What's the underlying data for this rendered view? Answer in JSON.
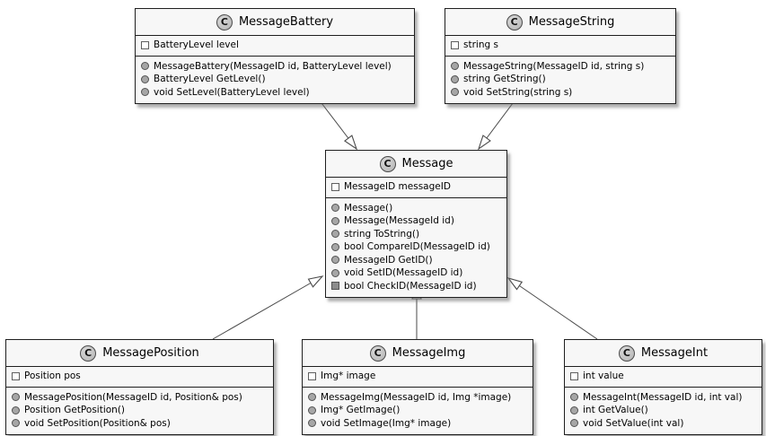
{
  "class_icon_letter": "C",
  "colors": {
    "background": "#ffffff",
    "box_fill": "#f7f7f7",
    "border": "#1f1f1f",
    "edge_stroke": "#4a4a4a",
    "class_circle_fill": "#c4c4c4",
    "method_icon_fill": "#a6a6a6",
    "private_icon_fill": "#8c8c8c"
  },
  "classes": [
    {
      "name": "MessageBattery",
      "attributes": [
        {
          "icon": "field",
          "text": "BatteryLevel level"
        }
      ],
      "methods": [
        {
          "icon": "circle",
          "text": "MessageBattery(MessageID id, BatteryLevel level)"
        },
        {
          "icon": "circle",
          "text": "BatteryLevel GetLevel()"
        },
        {
          "icon": "circle",
          "text": "void SetLevel(BatteryLevel level)"
        }
      ]
    },
    {
      "name": "MessageString",
      "attributes": [
        {
          "icon": "field",
          "text": "string s"
        }
      ],
      "methods": [
        {
          "icon": "circle",
          "text": "MessageString(MessageID id, string s)"
        },
        {
          "icon": "circle",
          "text": "string GetString()"
        },
        {
          "icon": "circle",
          "text": "void SetString(string s)"
        }
      ]
    },
    {
      "name": "Message",
      "attributes": [
        {
          "icon": "field",
          "text": "MessageID messageID"
        }
      ],
      "methods": [
        {
          "icon": "circle",
          "text": "Message()"
        },
        {
          "icon": "circle",
          "text": "Message(MessageId id)"
        },
        {
          "icon": "circle",
          "text": "string ToString()"
        },
        {
          "icon": "circle",
          "text": "bool CompareID(MessageID id)"
        },
        {
          "icon": "circle",
          "text": "MessageID GetID()"
        },
        {
          "icon": "circle",
          "text": "void SetID(MessageID id)"
        },
        {
          "icon": "square",
          "text": "bool CheckID(MessageID id)"
        }
      ]
    },
    {
      "name": "MessagePosition",
      "attributes": [
        {
          "icon": "field",
          "text": "Position pos"
        }
      ],
      "methods": [
        {
          "icon": "circle",
          "text": "MessagePosition(MessageID id, Position& pos)"
        },
        {
          "icon": "circle",
          "text": "Position GetPosition()"
        },
        {
          "icon": "circle",
          "text": "void SetPosition(Position& pos)"
        }
      ]
    },
    {
      "name": "MessageImg",
      "attributes": [
        {
          "icon": "field",
          "text": "Img* image"
        }
      ],
      "methods": [
        {
          "icon": "circle",
          "text": "MessageImg(MessageID id, Img *image)"
        },
        {
          "icon": "circle",
          "text": "Img* GetImage()"
        },
        {
          "icon": "circle",
          "text": "void SetImage(Img* image)"
        }
      ]
    },
    {
      "name": "MessageInt",
      "attributes": [
        {
          "icon": "field",
          "text": "int value"
        }
      ],
      "methods": [
        {
          "icon": "circle",
          "text": "MessageInt(MessageID id, int val)"
        },
        {
          "icon": "circle",
          "text": "int GetValue()"
        },
        {
          "icon": "circle",
          "text": "void SetValue(int val)"
        }
      ]
    }
  ],
  "edges": [
    {
      "from": "MessageBattery",
      "to": "Message",
      "type": "generalization"
    },
    {
      "from": "MessageString",
      "to": "Message",
      "type": "generalization"
    },
    {
      "from": "MessagePosition",
      "to": "Message",
      "type": "generalization"
    },
    {
      "from": "MessageImg",
      "to": "Message",
      "type": "generalization"
    },
    {
      "from": "MessageInt",
      "to": "Message",
      "type": "generalization"
    }
  ]
}
